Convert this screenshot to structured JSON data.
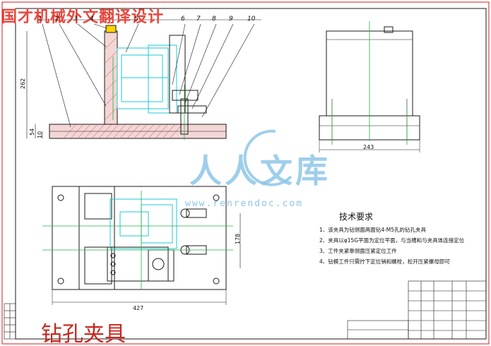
{
  "watermark_title": "国才机械外文翻译设计",
  "caption": "钻孔夹具",
  "brand": {
    "text": "人人文库",
    "url": "www.renrendoc.com"
  },
  "callouts": [
    "1",
    "2",
    "3",
    "4",
    "5",
    "6",
    "7",
    "8",
    "9",
    "10"
  ],
  "dimensions": {
    "front_height": "262",
    "front_base_1": "54",
    "front_base_2": "10",
    "side_width": "243",
    "plan_length": "427",
    "plan_height": "178"
  },
  "technical_requirements": {
    "title": "技术要求",
    "lines": [
      "1、该夹具为钻侧面两面钻4-M5孔的钻孔夹具",
      "2、夹具以φ15G平面为定位平面，与当槽和与夹具体连接定位",
      "3、工件夹紧靠侧面压紧定位工件",
      "4、钻模工件只需拧下定位销和螺栓，松开压紧螺母即可"
    ]
  },
  "colors": {
    "line": "#1a1a1a",
    "part_cyan": "#1ec8d8",
    "centerline_green": "#22b040",
    "border_red": "#d21c1c",
    "watermark_red": "#e7483e",
    "brand_blue": "#8fc6e8"
  }
}
